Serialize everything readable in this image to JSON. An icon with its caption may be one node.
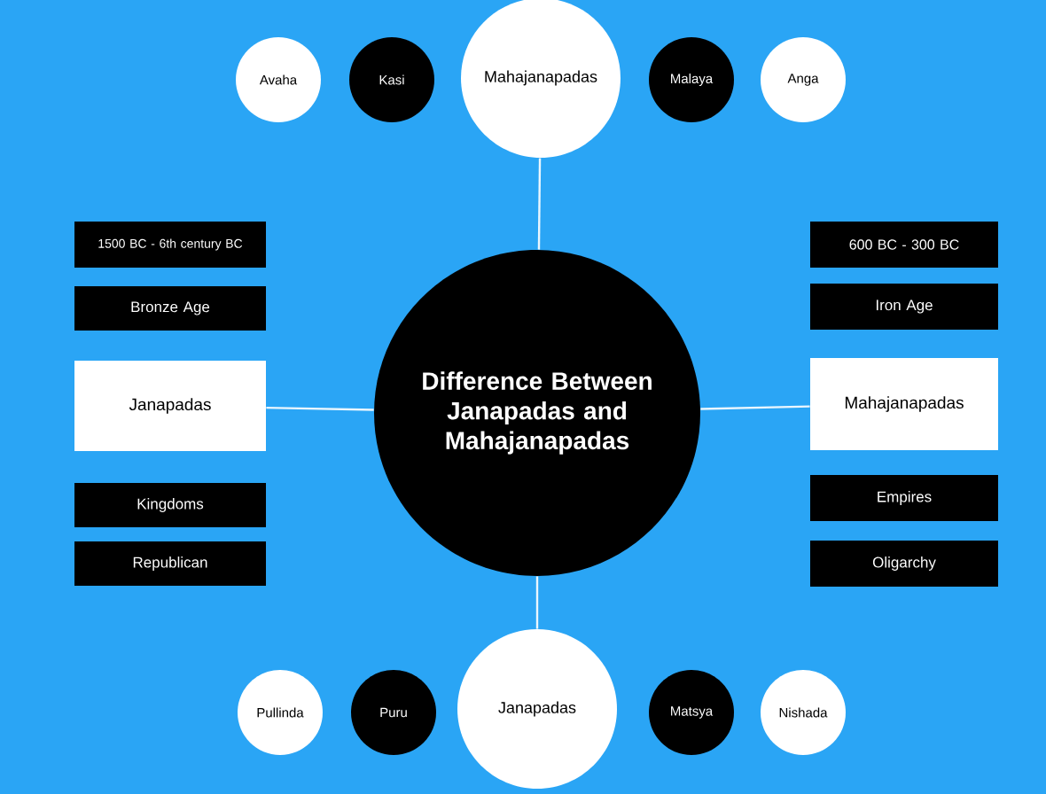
{
  "diagram": {
    "nodes": [
      {
        "text": [
          "Avaha"
        ]
      },
      {
        "text": [
          "Kasi"
        ]
      },
      {
        "text": [
          "Mahajanapadas"
        ]
      },
      {
        "text": [
          "Malaya"
        ]
      },
      {
        "text": [
          "Anga"
        ]
      },
      {
        "text": [
          "1500 BC - 6th century BC"
        ]
      },
      {
        "text": [
          "Bronze Age"
        ]
      },
      {
        "text": [
          "Janapadas"
        ]
      },
      {
        "text": [
          "Kingdoms"
        ]
      },
      {
        "text": [
          "Republican"
        ]
      },
      {
        "text": [
          "Difference Between Janapadas and Mahajanapadas"
        ]
      },
      {
        "text": [
          "600 BC - 300 BC"
        ]
      },
      {
        "text": [
          "Iron Age"
        ]
      },
      {
        "text": [
          "Mahajanapadas"
        ]
      },
      {
        "text": [
          "Empires"
        ]
      },
      {
        "text": [
          "Oligarchy"
        ]
      },
      {
        "text": [
          "Pullinda"
        ]
      },
      {
        "text": [
          "Puru"
        ]
      },
      {
        "text": [
          "Janapadas"
        ]
      },
      {
        "text": [
          "Matsya"
        ]
      },
      {
        "text": [
          "Nishada"
        ]
      }
    ],
    "edges": [
      {
        "from": 10,
        "to": 2,
        "arrow": "none"
      },
      {
        "from": 10,
        "to": 7,
        "arrow": "none"
      },
      {
        "from": 10,
        "to": 13,
        "arrow": "none"
      },
      {
        "from": 10,
        "to": 18,
        "arrow": "none"
      }
    ]
  }
}
